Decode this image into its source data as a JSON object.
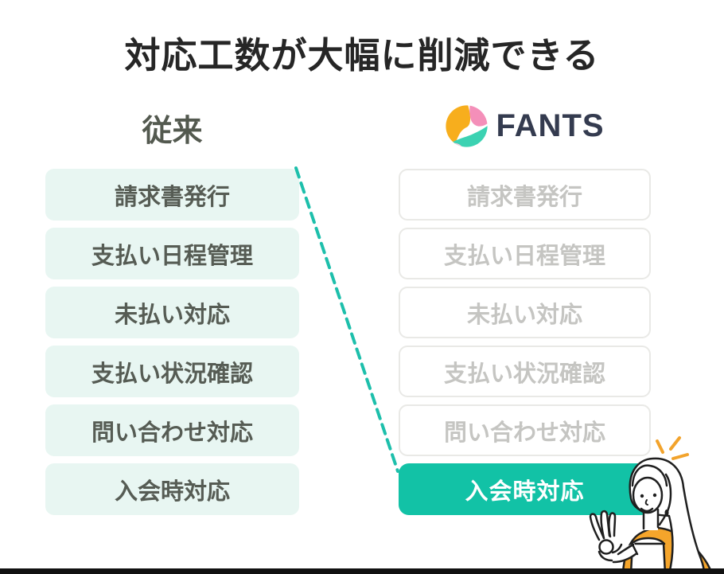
{
  "title": "対応工数が大幅に削減できる",
  "columns": {
    "left": {
      "header": "従来",
      "items": [
        "請求書発行",
        "支払い日程管理",
        "未払い対応",
        "支払い状況確認",
        "問い合わせ対応",
        "入会時対応"
      ]
    },
    "right": {
      "brand": "FANTS",
      "items": [
        "請求書発行",
        "支払い日程管理",
        "未払い対応",
        "支払い状況確認",
        "問い合わせ対応"
      ],
      "highlighted_item": "入会時対応"
    }
  },
  "icons": {
    "brand_logo": "fants-swirl-circle-logo",
    "illustration": "woman-ok-gesture"
  },
  "colors": {
    "accent_teal": "#12c2a6",
    "dashed_line_teal": "#1dbfab",
    "mint_box_bg": "#e8f6f2",
    "mint_box_text": "#565c54",
    "muted_box_border": "#e9e9e6",
    "muted_box_text": "#c5c5c2",
    "brand_navy": "#343b4f",
    "title_text": "#262626",
    "illustration_orange": "#f5a52b",
    "bottom_bar": "#111111"
  }
}
